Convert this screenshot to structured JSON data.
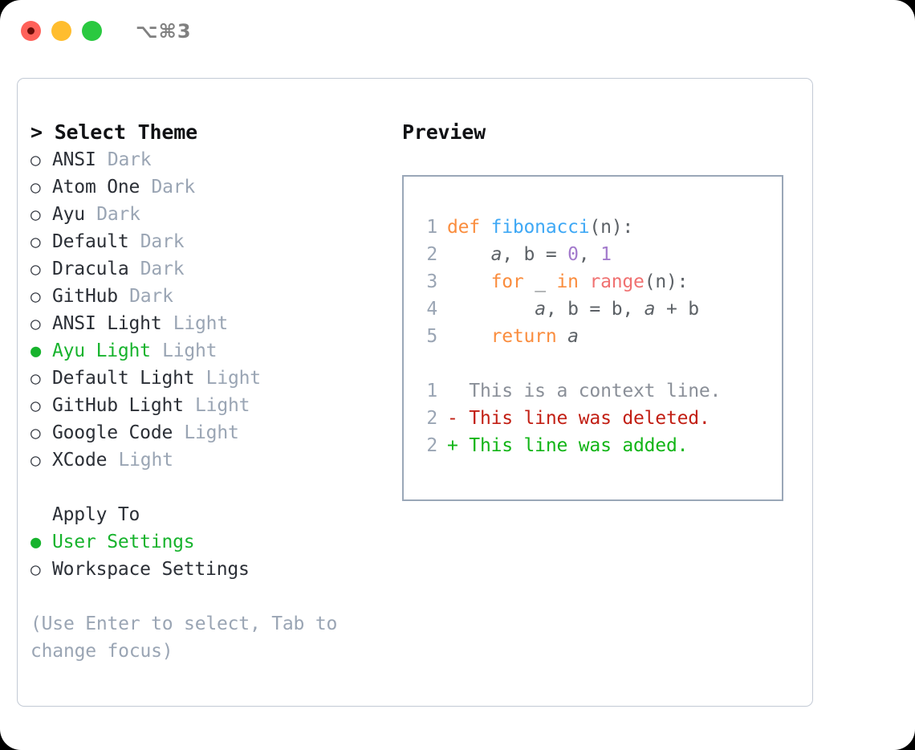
{
  "window": {
    "shortcut": "⌥⌘3",
    "traffic_lights": [
      {
        "name": "close",
        "color": "#ff6159"
      },
      {
        "name": "minimize",
        "color": "#ffbd2e"
      },
      {
        "name": "maximize",
        "color": "#2ac940"
      }
    ]
  },
  "theme_picker": {
    "heading": "> Select Theme",
    "options": [
      {
        "marker": "○",
        "label": "ANSI",
        "meta": "Dark",
        "selected": false
      },
      {
        "marker": "○",
        "label": "Atom One",
        "meta": "Dark",
        "selected": false
      },
      {
        "marker": "○",
        "label": "Ayu",
        "meta": "Dark",
        "selected": false
      },
      {
        "marker": "○",
        "label": "Default",
        "meta": "Dark",
        "selected": false
      },
      {
        "marker": "○",
        "label": "Dracula",
        "meta": "Dark",
        "selected": false
      },
      {
        "marker": "○",
        "label": "GitHub",
        "meta": "Dark",
        "selected": false
      },
      {
        "marker": "○",
        "label": "ANSI Light",
        "meta": "Light",
        "selected": false
      },
      {
        "marker": "●",
        "label": "Ayu Light",
        "meta": "Light",
        "selected": true
      },
      {
        "marker": "○",
        "label": "Default Light",
        "meta": "Light",
        "selected": false
      },
      {
        "marker": "○",
        "label": "GitHub Light",
        "meta": "Light",
        "selected": false
      },
      {
        "marker": "○",
        "label": "Google Code",
        "meta": "Light",
        "selected": false
      },
      {
        "marker": "○",
        "label": "XCode",
        "meta": "Light",
        "selected": false
      }
    ]
  },
  "apply_to": {
    "heading": "Apply To",
    "options": [
      {
        "marker": "●",
        "label": "User Settings",
        "selected": true
      },
      {
        "marker": "○",
        "label": "Workspace Settings",
        "selected": false
      }
    ]
  },
  "hint": "(Use Enter to select, Tab to change focus)",
  "preview": {
    "heading": "Preview",
    "code_lines": [
      {
        "number": "1",
        "tokens": [
          {
            "text": "def ",
            "style": "kw"
          },
          {
            "text": "fibonacci",
            "style": "fn"
          },
          {
            "text": "(n):",
            "style": "pl"
          }
        ]
      },
      {
        "number": "2",
        "tokens": [
          {
            "text": "    ",
            "style": "pl"
          },
          {
            "text": "a",
            "style": "var"
          },
          {
            "text": ", b = ",
            "style": "pl"
          },
          {
            "text": "0",
            "style": "num"
          },
          {
            "text": ", ",
            "style": "pl"
          },
          {
            "text": "1",
            "style": "num"
          }
        ]
      },
      {
        "number": "3",
        "tokens": [
          {
            "text": "    ",
            "style": "pl"
          },
          {
            "text": "for",
            "style": "kw"
          },
          {
            "text": " _ ",
            "style": "pl"
          },
          {
            "text": "in",
            "style": "kw"
          },
          {
            "text": " ",
            "style": "pl"
          },
          {
            "text": "range",
            "style": "bi"
          },
          {
            "text": "(n):",
            "style": "pl"
          }
        ]
      },
      {
        "number": "4",
        "tokens": [
          {
            "text": "        ",
            "style": "pl"
          },
          {
            "text": "a",
            "style": "var"
          },
          {
            "text": ", b = b, ",
            "style": "pl"
          },
          {
            "text": "a",
            "style": "var"
          },
          {
            "text": " + b",
            "style": "pl"
          }
        ]
      },
      {
        "number": "5",
        "tokens": [
          {
            "text": "    ",
            "style": "pl"
          },
          {
            "text": "return",
            "style": "kw"
          },
          {
            "text": " ",
            "style": "pl"
          },
          {
            "text": "a",
            "style": "var"
          }
        ]
      }
    ],
    "diff_lines": [
      {
        "number": "1",
        "sign": "  ",
        "text": "This is a context line.",
        "kind": "context"
      },
      {
        "number": "2",
        "sign": "- ",
        "text": "This line was deleted.",
        "kind": "deleted"
      },
      {
        "number": "2",
        "sign": "+ ",
        "text": "This line was added.",
        "kind": "added"
      }
    ]
  },
  "colors": {
    "accent_green": "#17b32d",
    "muted": "#9aa5b4",
    "text": "#2b2f36",
    "panel_border": "#c3cad5",
    "preview_border": "#9aa7b8",
    "kw": "#fa8d3e",
    "fn": "#3ea8f5",
    "num": "#a37acc",
    "builtin": "#f07171",
    "diff_deleted": "#c21f14",
    "diff_added": "#12b517"
  }
}
